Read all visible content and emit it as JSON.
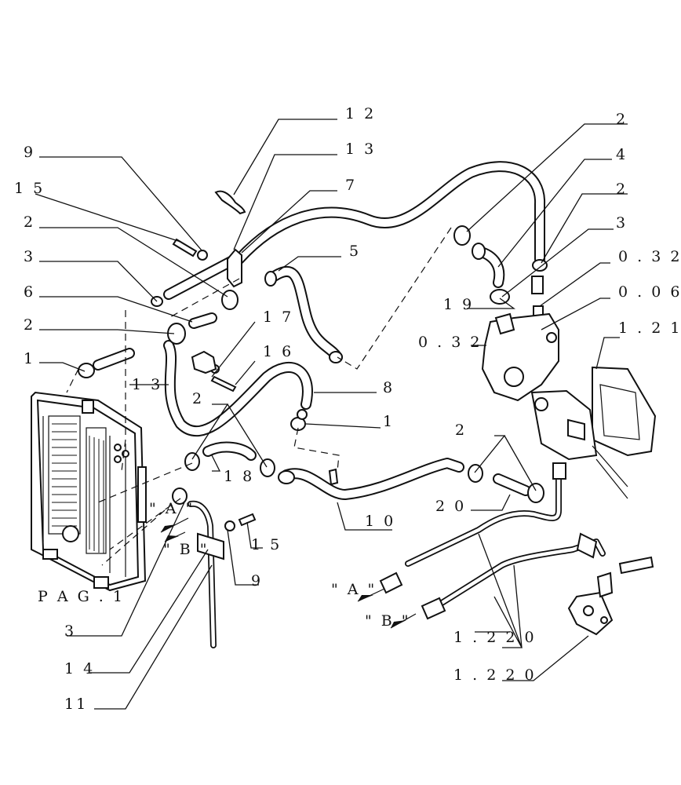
{
  "labels": {
    "l12": "1 2",
    "l13a": "1 3",
    "l9a": "9",
    "l15a": "1 5",
    "l7": "7",
    "l2a": "2",
    "l3a": "3",
    "l5": "5",
    "l6": "6",
    "l2b": "2",
    "l17": "1 7",
    "l1a": "1",
    "l16": "1 6",
    "l13b": "1 3",
    "l8": "8",
    "l2c": "2",
    "l1b": "1",
    "l18": "1 8",
    "l2r1": "2",
    "l4": "4",
    "l2r2": "2",
    "l3r": "3",
    "l032a": "0 . 3 2",
    "l19": "1 9",
    "l006": "0 . 0 6",
    "l032b": "0 . 3 2",
    "l121": "1 . 2 1",
    "l2d": "2",
    "l20": "2 0",
    "l10": "1 0",
    "l15b": "1 5",
    "l9b": "9",
    "lA1": "\" A \"",
    "lB1": "\" B \"",
    "lPag": "P A G . 1",
    "l3b": "3",
    "l14": "1 4",
    "l11": "11",
    "lA2": "\" A \"",
    "lB2": "\" B \"",
    "l1220a": "1 . 2 2 0",
    "l1220b": "1 . 2 2 0"
  }
}
